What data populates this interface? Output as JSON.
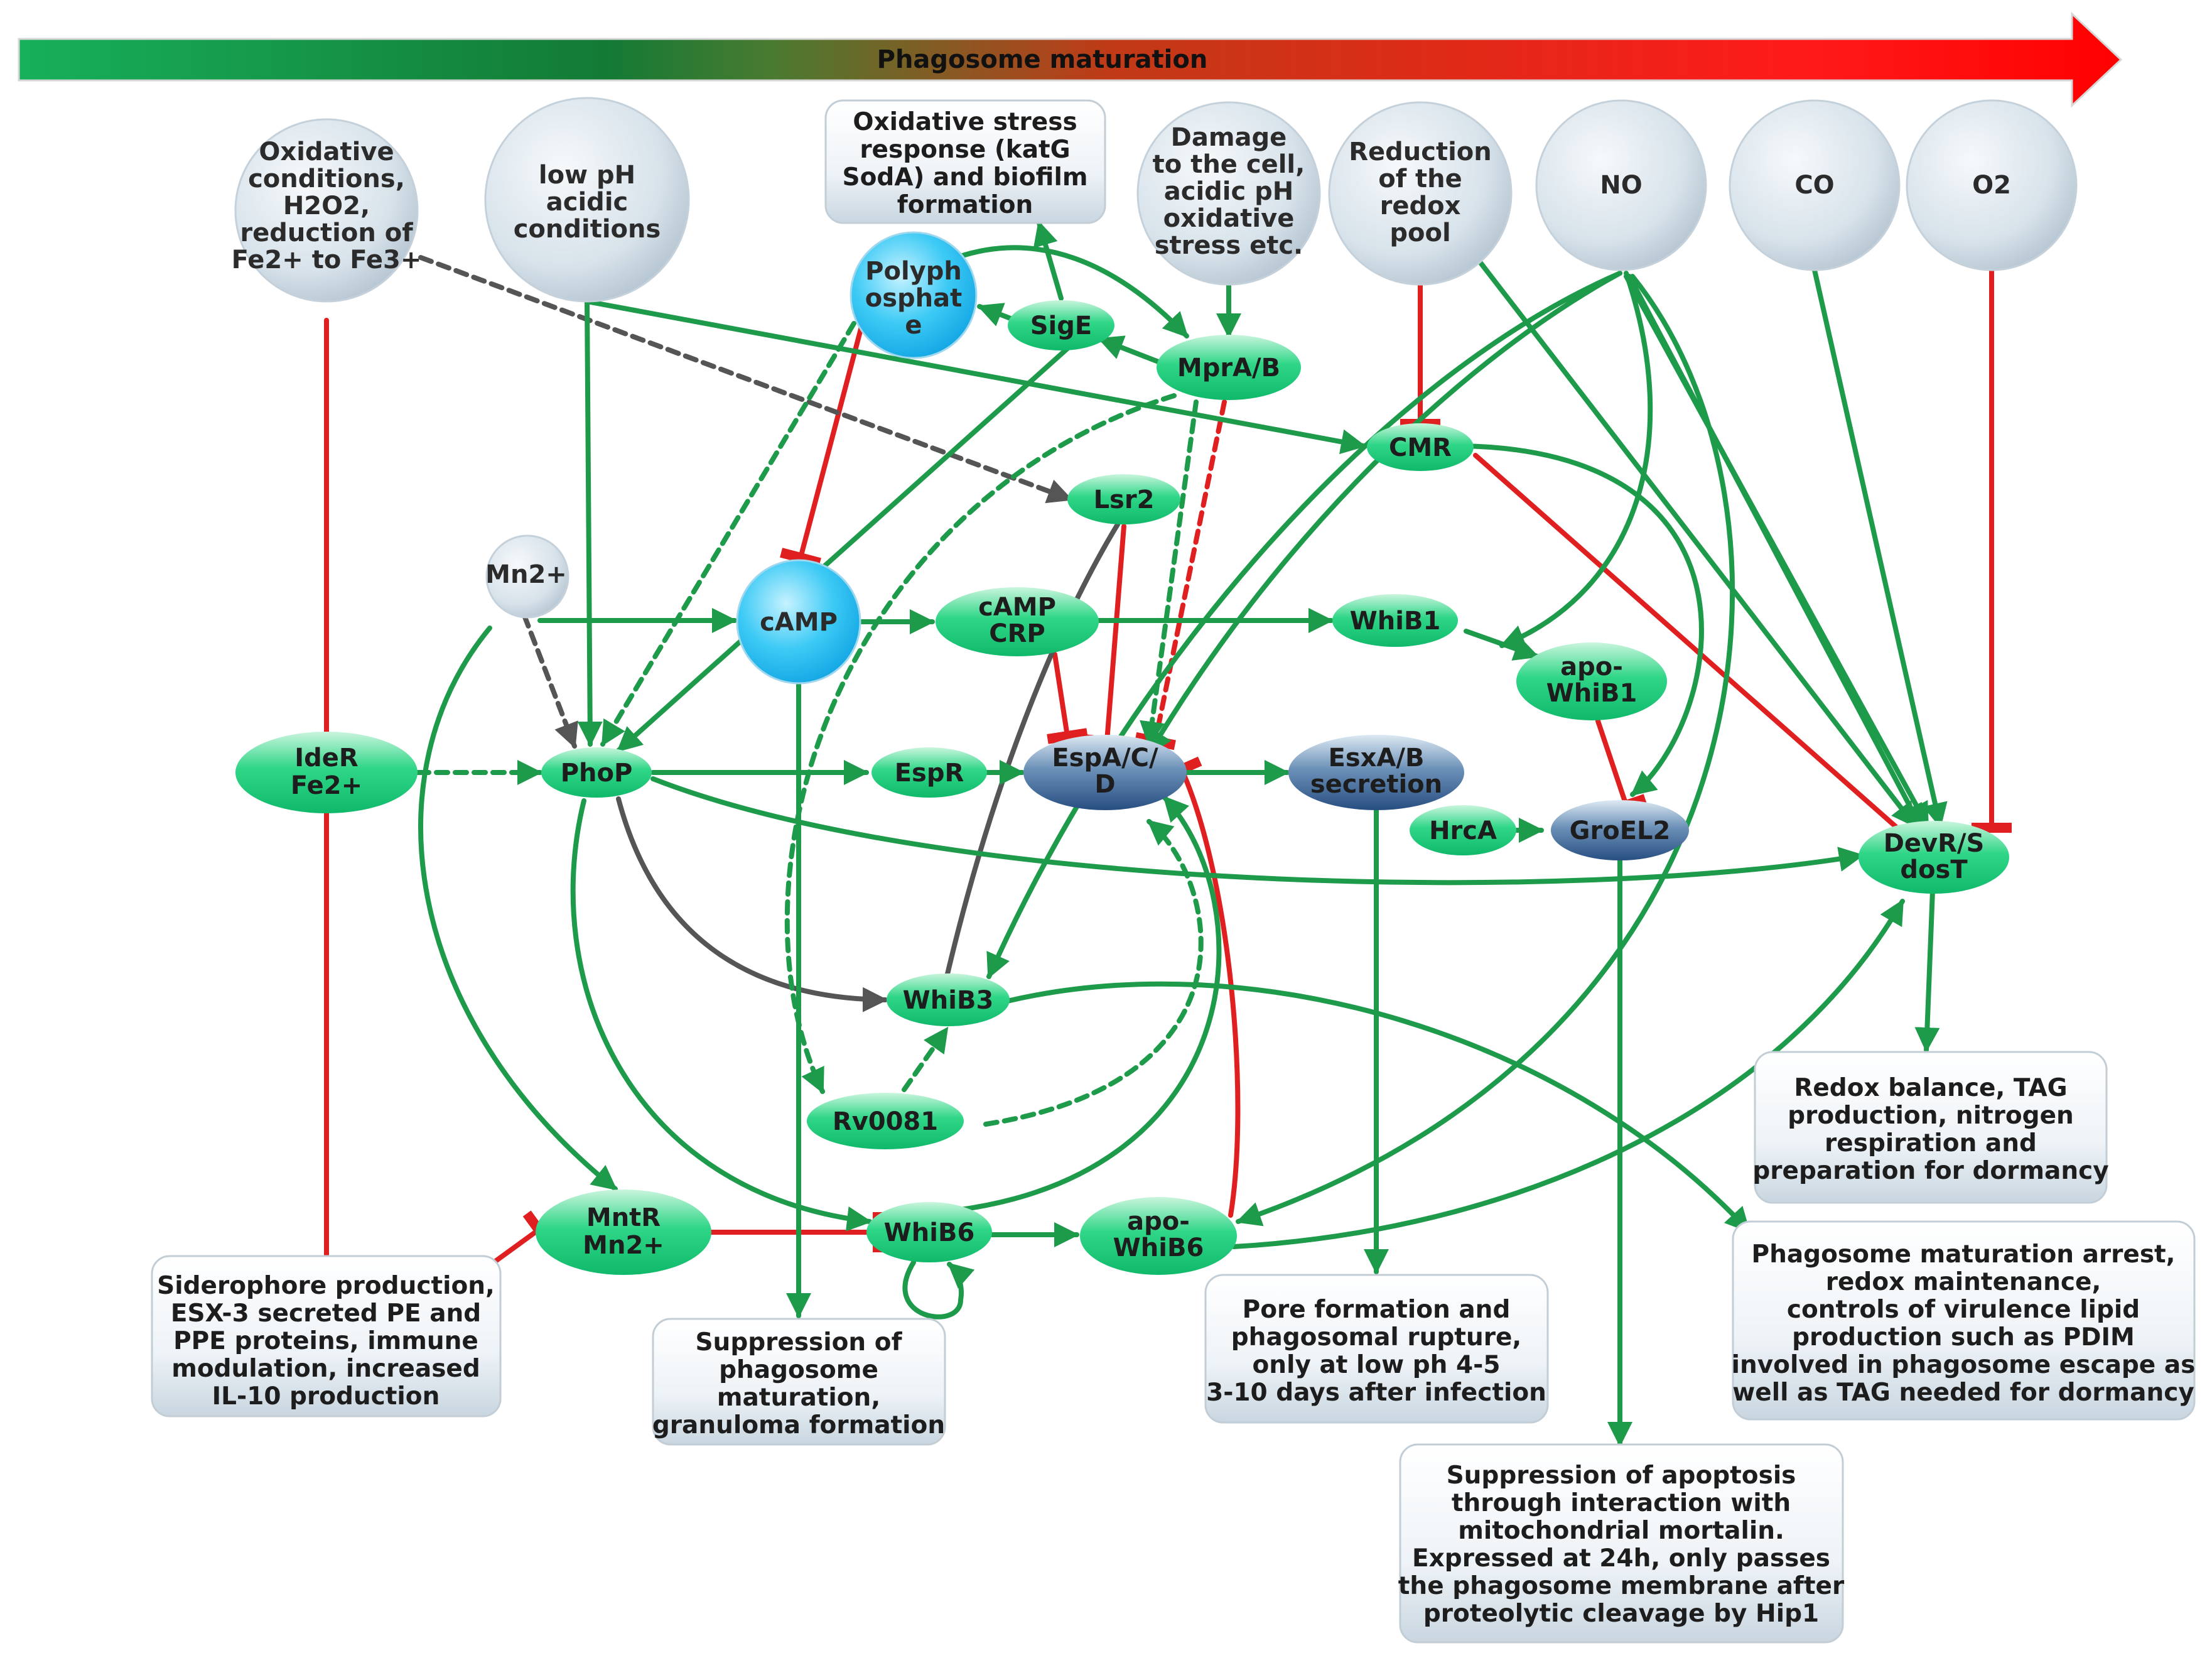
{
  "banner": {
    "label": "Phagosome maturation"
  },
  "colors": {
    "activation": "#1e9a4b",
    "inhibition": "#e02020",
    "unknown": "#555555",
    "green_node": "#16c97a",
    "blue_node": "#2c5b8c",
    "cyan_node": "#17b6ea",
    "grey_circle": "#cfdbe4"
  },
  "circles": {
    "oxidative": [
      "Oxidative",
      "conditions,",
      "H2O2,",
      "reduction of",
      "Fe2+ to Fe3+"
    ],
    "lowph": [
      "low pH",
      "acidic",
      "conditions"
    ],
    "damage": [
      "Damage",
      "to the cell,",
      "acidic pH",
      "oxidative",
      "stress etc."
    ],
    "redox": [
      "Reduction",
      "of the",
      "redox",
      "pool"
    ],
    "no": [
      "NO"
    ],
    "co": [
      "CO"
    ],
    "o2": [
      "O2"
    ],
    "mn": [
      "Mn2+"
    ],
    "polyphosphate": [
      "Polyph",
      "osphat",
      "e"
    ],
    "camp": [
      "cAMP"
    ]
  },
  "nodes": {
    "sige": [
      "SigE"
    ],
    "mpra": [
      "MprA/B"
    ],
    "cmr": [
      "CMR"
    ],
    "lsr2": [
      "Lsr2"
    ],
    "campcrp": [
      "cAMP",
      "CRP"
    ],
    "whib1": [
      "WhiB1"
    ],
    "apowhib1": [
      "apo-",
      "WhiB1"
    ],
    "ider": [
      "IdeR",
      "Fe2+"
    ],
    "phop": [
      "PhoP"
    ],
    "espr": [
      "EspR"
    ],
    "espacd": [
      "EspA/C/",
      "D"
    ],
    "esxab": [
      "EsxA/B",
      "secretion"
    ],
    "hrca": [
      "HrcA"
    ],
    "groel2": [
      "GroEL2"
    ],
    "devr": [
      "DevR/S",
      "dosT"
    ],
    "whib3": [
      "WhiB3"
    ],
    "rv0081": [
      "Rv0081"
    ],
    "mntr": [
      "MntR",
      "Mn2+"
    ],
    "whib6": [
      "WhiB6"
    ],
    "apowhib6": [
      "apo-",
      "WhiB6"
    ]
  },
  "boxes": {
    "oxstress": [
      "Oxidative stress",
      "response (katG",
      "SodA) and biofilm",
      "formation"
    ],
    "redoxbal": [
      "Redox balance, TAG",
      "production, nitrogen",
      "respiration and",
      "preparation for dormancy"
    ],
    "arrest": [
      "Phagosome maturation arrest,",
      "redox maintenance,",
      "controls of virulence lipid",
      "production such as PDIM",
      "involved in phagosome escape as",
      "well as TAG needed for dormancy"
    ],
    "siderophore": [
      "Siderophore production,",
      "ESX-3 secreted PE and",
      "PPE proteins, immune",
      "modulation, increased",
      "IL-10 production"
    ],
    "suppression": [
      "Suppression of",
      "phagosome",
      "maturation,",
      "granuloma formation"
    ],
    "pore": [
      "Pore formation and",
      "phagosomal rupture,",
      "only at low ph 4-5",
      "3-10 days after infection"
    ],
    "apoptosis": [
      "Suppression of apoptosis",
      "through interaction with",
      "mitochondrial mortalin.",
      "Expressed at 24h, only passes",
      "the phagosome membrane after",
      "proteolytic cleavage by Hip1"
    ]
  }
}
